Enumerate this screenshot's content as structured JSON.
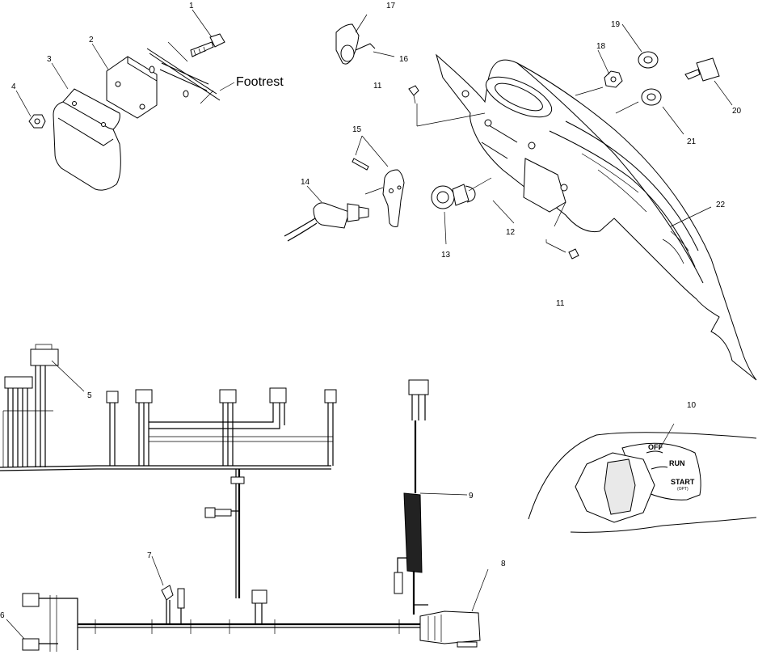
{
  "diagram": {
    "callouts": {
      "c1": "1",
      "c2": "2",
      "c3": "3",
      "c4": "4",
      "c5": "5",
      "c6": "6",
      "c7": "7",
      "c8": "8",
      "c9": "9",
      "c10": "10",
      "c11a": "11",
      "c11b": "11",
      "c12": "12",
      "c13": "13",
      "c14": "14",
      "c15": "15",
      "c16": "16",
      "c17": "17",
      "c18": "18",
      "c19": "19",
      "c20": "20",
      "c21": "21",
      "c22": "22"
    },
    "footrest_label": "Footrest",
    "switch_labels": {
      "off": "OFF",
      "run": "RUN",
      "start": "START",
      "start_sub": "(OPT)"
    }
  }
}
